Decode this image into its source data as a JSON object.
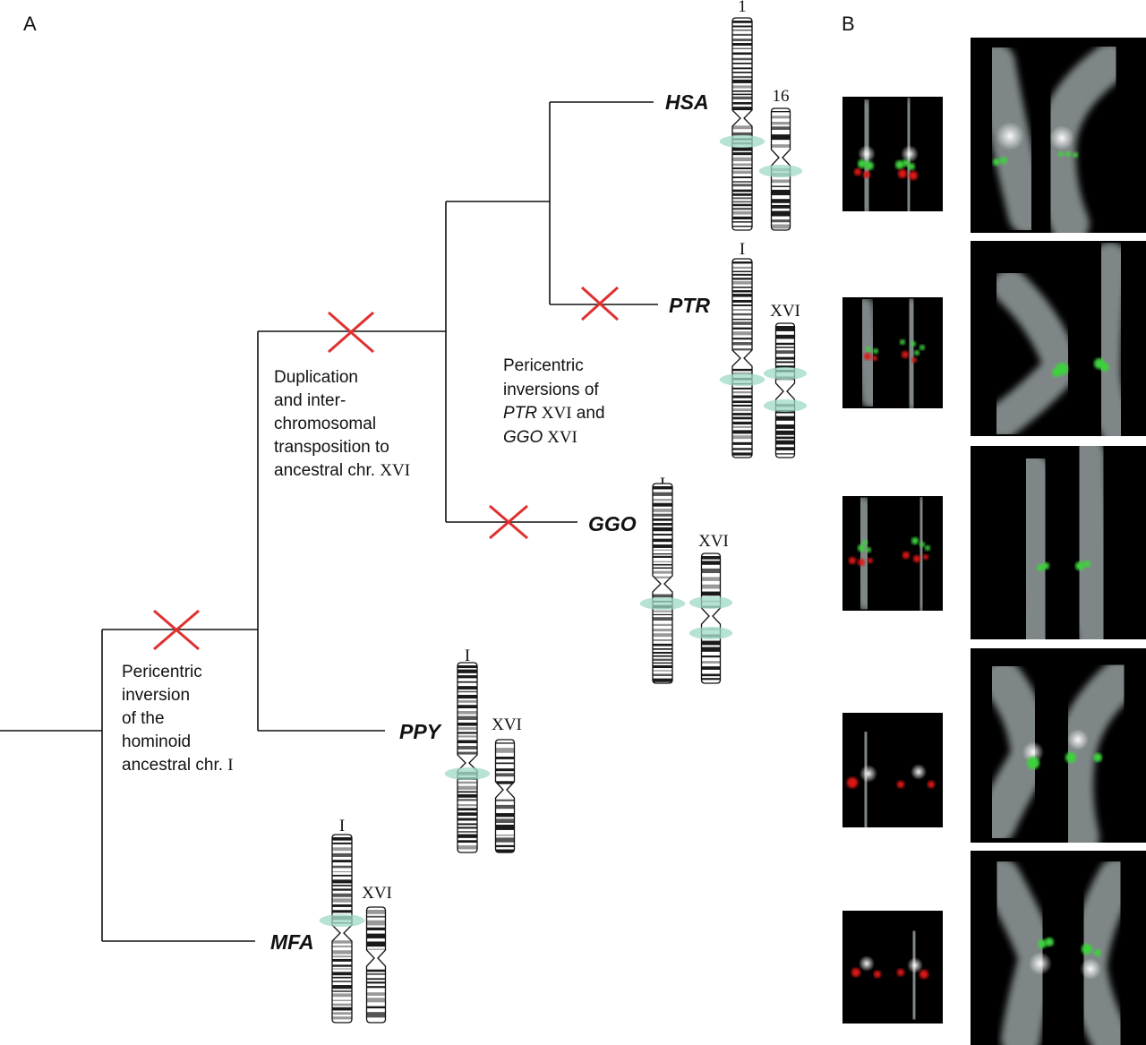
{
  "panels": {
    "a": "A",
    "b": "B"
  },
  "species": {
    "hsa": "HSA",
    "ptr": "PTR",
    "ggo": "GGO",
    "ppy": "PPY",
    "mfa": "MFA"
  },
  "chromosomes": {
    "hsa": {
      "large": "1",
      "small": "16"
    },
    "ptr": {
      "large": "I",
      "small": "XVI"
    },
    "ggo": {
      "large": "I",
      "small": "XVI"
    },
    "ppy": {
      "large": "I",
      "small": "XVI"
    },
    "mfa": {
      "large": "I",
      "small": "XVI"
    }
  },
  "notes": {
    "duplication": {
      "l1": "Duplication",
      "l2": "and inter-",
      "l3": "chromosomal",
      "l4": "transposition to",
      "l5_sans": "ancestral chr. ",
      "l5_serif": "XVI"
    },
    "pericentric_ptr_ggo": {
      "l1": "Pericentric",
      "l2": "inversions of",
      "l3_it": "PTR",
      "l3_serif": " XVI",
      "l3_tail": " and",
      "l4_it": "GGO",
      "l4_serif": " XVI"
    },
    "pericentric_hominoid": {
      "l1": "Pericentric",
      "l2": "inversion",
      "l3": "of the",
      "l4": "hominoid",
      "l5_sans": "ancestral chr. ",
      "l5_serif": "I"
    }
  },
  "colors": {
    "cross": "#e03030",
    "probe_green": "#3ed23e",
    "probe_red": "#e01818",
    "highlight": "#9fd9c6"
  }
}
